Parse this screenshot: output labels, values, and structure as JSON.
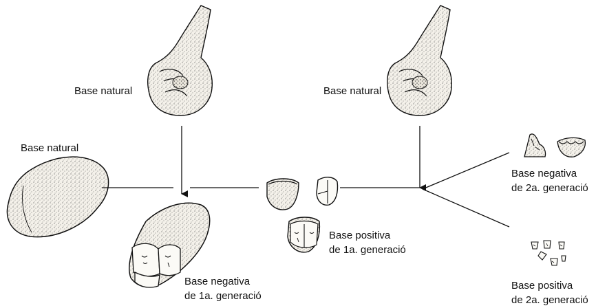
{
  "labels": {
    "hand_left": "Base natural",
    "hand_right": "Base natural",
    "cobble": "Base natural",
    "neg1_line1": "Base negativa",
    "neg1_line2": "de 1a. generació",
    "pos1_line1": "Base positiva",
    "pos1_line2": "de 1a. generació",
    "neg2_line1": "Base negativa",
    "neg2_line2": "de 2a. generació",
    "pos2_line1": "Base positiva",
    "pos2_line2": "de 2a. generació"
  },
  "colors": {
    "ink": "#111111",
    "stone": "#f4f1ea",
    "stipple": "#444444"
  }
}
